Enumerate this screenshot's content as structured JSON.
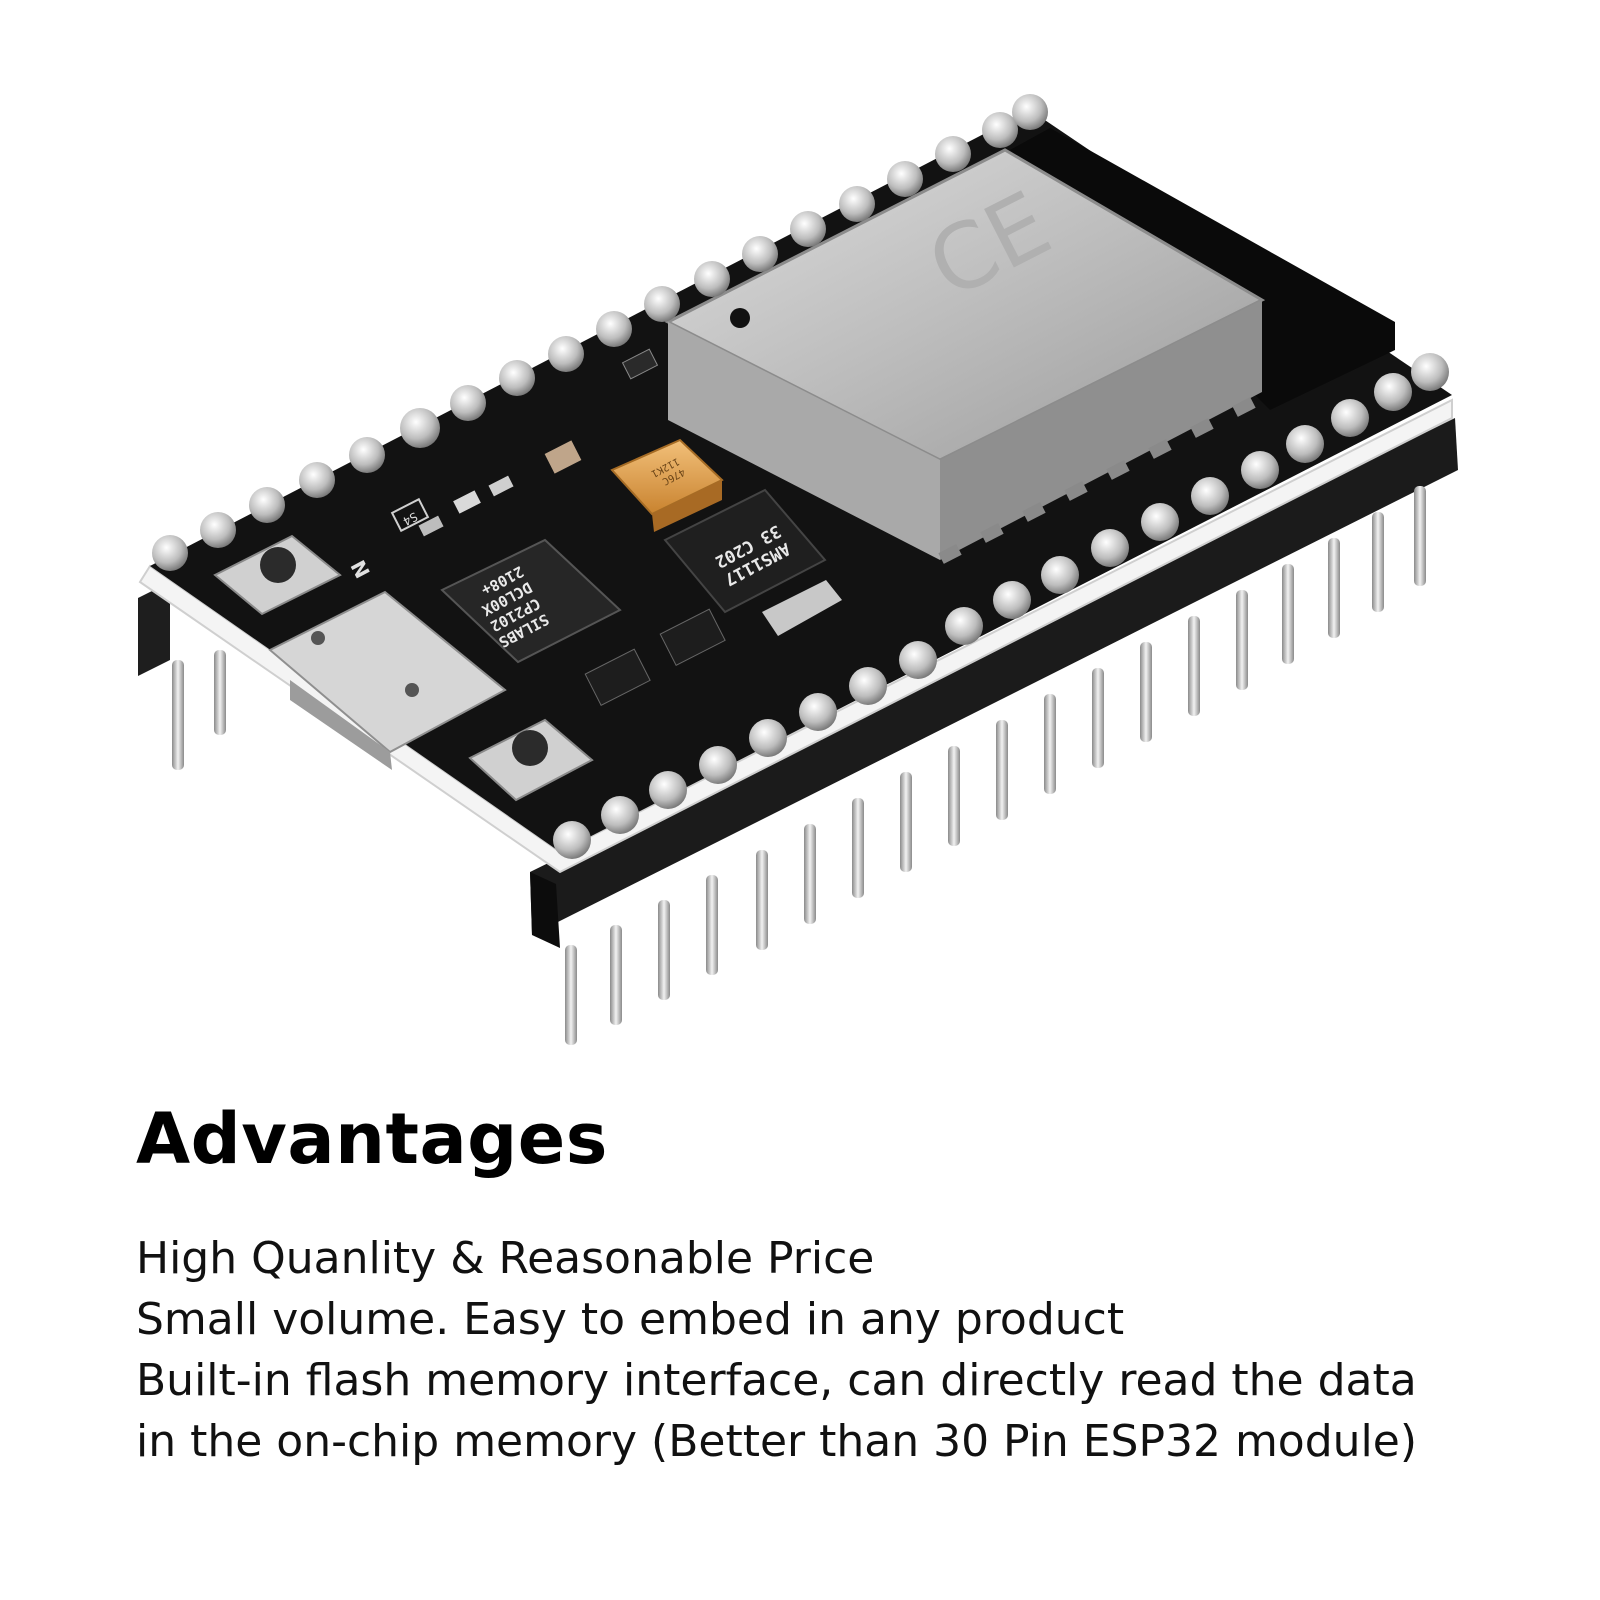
{
  "image": {
    "subject": "ESP32 development board with pin headers",
    "colors": {
      "pcb": "#121212",
      "shield": "#c4c4c4",
      "pins": "#d9d9d9",
      "capacitor": "#e0a24a",
      "header": "#1a1a1a"
    }
  },
  "board_labels": {
    "cp_chip": [
      "SILABS",
      "CP2102",
      "DCL00X",
      "2108+"
    ],
    "regulator": [
      "AMS1117",
      "33 C202"
    ],
    "capacitor": [
      "476C",
      "112K1"
    ],
    "switch": "S4",
    "edge_mark": "N"
  },
  "heading": "Advantages",
  "features": [
    "High Quanlity & Reasonable Price",
    "Small volume. Easy to embed in any product",
    "Built-in flash memory interface, can directly read the data",
    "in the on-chip memory (Better than 30 Pin ESP32 module)"
  ]
}
